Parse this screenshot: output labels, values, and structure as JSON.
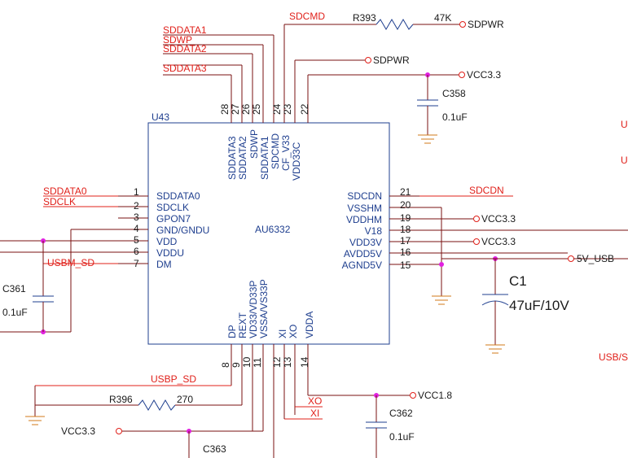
{
  "ic": {
    "designator": "U43",
    "part": "AU6332"
  },
  "pins": {
    "left": [
      {
        "num": "1",
        "name": "SDDATA0"
      },
      {
        "num": "2",
        "name": "SDCLK"
      },
      {
        "num": "3",
        "name": "GPON7"
      },
      {
        "num": "4",
        "name": "GND/GNDU"
      },
      {
        "num": "5",
        "name": "VDD"
      },
      {
        "num": "6",
        "name": "VDDU"
      },
      {
        "num": "7",
        "name": "DM"
      }
    ],
    "right": [
      {
        "num": "21",
        "name": "SDCDN"
      },
      {
        "num": "20",
        "name": "VSSHM"
      },
      {
        "num": "19",
        "name": "VDDHM"
      },
      {
        "num": "18",
        "name": "V18"
      },
      {
        "num": "17",
        "name": "VDD3V"
      },
      {
        "num": "16",
        "name": "AVDD5V"
      },
      {
        "num": "15",
        "name": "AGND5V"
      }
    ],
    "top": [
      {
        "num": "28",
        "name": "SDDATA3"
      },
      {
        "num": "27",
        "name": "SDDATA2"
      },
      {
        "num": "26",
        "name": "SDWP"
      },
      {
        "num": "25",
        "name": "SDDATA1"
      },
      {
        "num": "24",
        "name": "SDCMD"
      },
      {
        "num": "23",
        "name": "CF_V33"
      },
      {
        "num": "22",
        "name": "VDD33C"
      }
    ],
    "bottom": [
      {
        "num": "8",
        "name": "DP"
      },
      {
        "num": "9",
        "name": "REXT"
      },
      {
        "num": "10",
        "name": "VD33/VD33P"
      },
      {
        "num": "11",
        "name": "VSSA/VS33P"
      },
      {
        "num": "12",
        "name": "XI"
      },
      {
        "num": "13",
        "name": "XO"
      },
      {
        "num": "14",
        "name": "VDDA"
      }
    ]
  },
  "nets": {
    "sddata0": "SDDATA0",
    "sdclk": "SDCLK",
    "usbm_sd": "USBM_SD",
    "sddata1": "SDDATA1",
    "sdwp": "SDWP",
    "sddata2": "SDDATA2",
    "sddata3": "SDDATA3",
    "sdcmd": "SDCMD",
    "sdcdn": "SDCDN",
    "usbp_sd": "USBP_SD",
    "xo": "XO",
    "xi": "XI"
  },
  "ports": {
    "sdpwr_top": "SDPWR",
    "sdpwr_mid": "SDPWR",
    "vcc33_top": "VCC3.3",
    "vcc33_right_1": "VCC3.3",
    "vcc33_right_2": "VCC3.3",
    "v5_usb": "5V_USB",
    "vcc33_bottom": "VCC3.3",
    "vcc18": "VCC1.8"
  },
  "parts": {
    "r393": {
      "ref": "R393",
      "value": "47K"
    },
    "r396": {
      "ref": "R396",
      "value": "270"
    },
    "c358": {
      "ref": "C358",
      "value": "0.1uF"
    },
    "c361": {
      "ref": "C361",
      "value": "0.1uF"
    },
    "c362": {
      "ref": "C362",
      "value": "0.1uF"
    },
    "c363": {
      "ref": "C363"
    },
    "c1": {
      "ref": "C1",
      "value": "47uF/10V"
    }
  },
  "clipped": {
    "u1": "U",
    "u2": "U",
    "usb_s": "USB/S"
  },
  "colors": {
    "body_outline": "#1f3f8f",
    "pin_name_text": "#1f3f8f",
    "net_label_text": "#e0201a",
    "wire": "#7a1010",
    "junction_dot": "#e020e0",
    "ground": "#d07a1a"
  }
}
